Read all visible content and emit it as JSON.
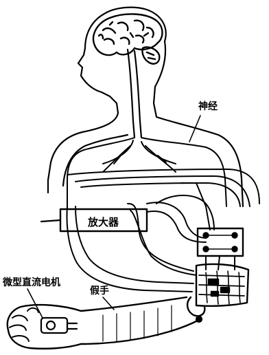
{
  "labels": {
    "nerve": "神经",
    "amplifier": "放大器",
    "micro_dc_motor": "微型直流电机",
    "prosthetic_hand": "假手"
  },
  "colors": {
    "ink": "#000000",
    "paper": "#ffffff"
  }
}
